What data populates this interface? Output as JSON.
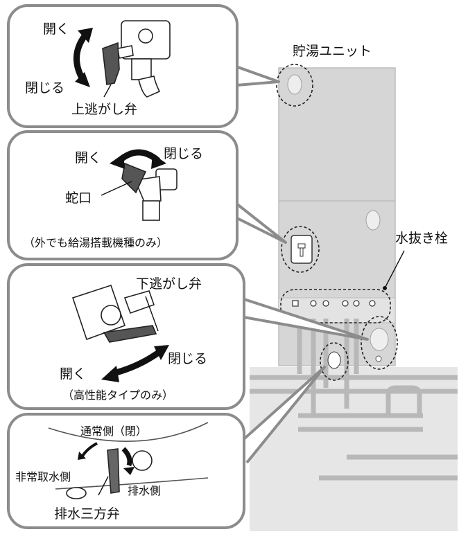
{
  "unit_title": "貯湯ユニット",
  "callout_upper_valve": {
    "open": "開く",
    "close": "閉じる",
    "name": "上逃がし弁"
  },
  "callout_faucet": {
    "open": "開く",
    "close": "閉じる",
    "name": "蛇口",
    "note": "（外でも給湯搭載機種のみ）"
  },
  "drain_plug_label": "水抜き栓",
  "callout_lower_valve": {
    "name": "下逃がし弁",
    "open": "開く",
    "close": "閉じる",
    "note": "（高性能タイプのみ）"
  },
  "callout_three_way": {
    "normal_side": "通常側（閉）",
    "emergency_side": "非常取水側",
    "drain_side": "排水側",
    "name": "排水三方弁"
  },
  "colors": {
    "callout_border": "#8c8c8c",
    "unit_fill": "#d6d6d6",
    "pipe": "#b8b8b8",
    "ink": "#1a1a1a"
  }
}
